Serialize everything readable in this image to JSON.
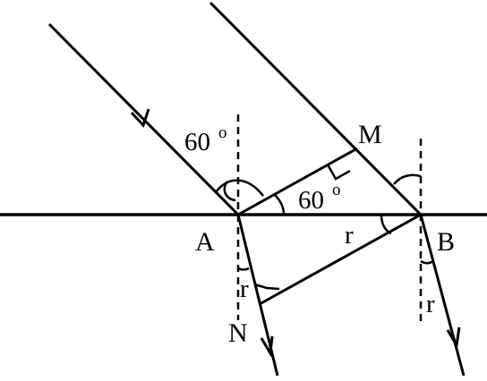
{
  "diagram": {
    "points": {
      "A": "A",
      "B": "B",
      "M": "M",
      "N": "N"
    },
    "angles": {
      "incidence": {
        "value": "60",
        "superscript": "o"
      },
      "wavefront": {
        "value": "60",
        "superscript": "o"
      },
      "refraction_at_b": "r",
      "refraction_at_a": "r",
      "refraction_below_b": "r"
    },
    "colors": {
      "ink": "#000000",
      "background": "#ffffff"
    }
  }
}
